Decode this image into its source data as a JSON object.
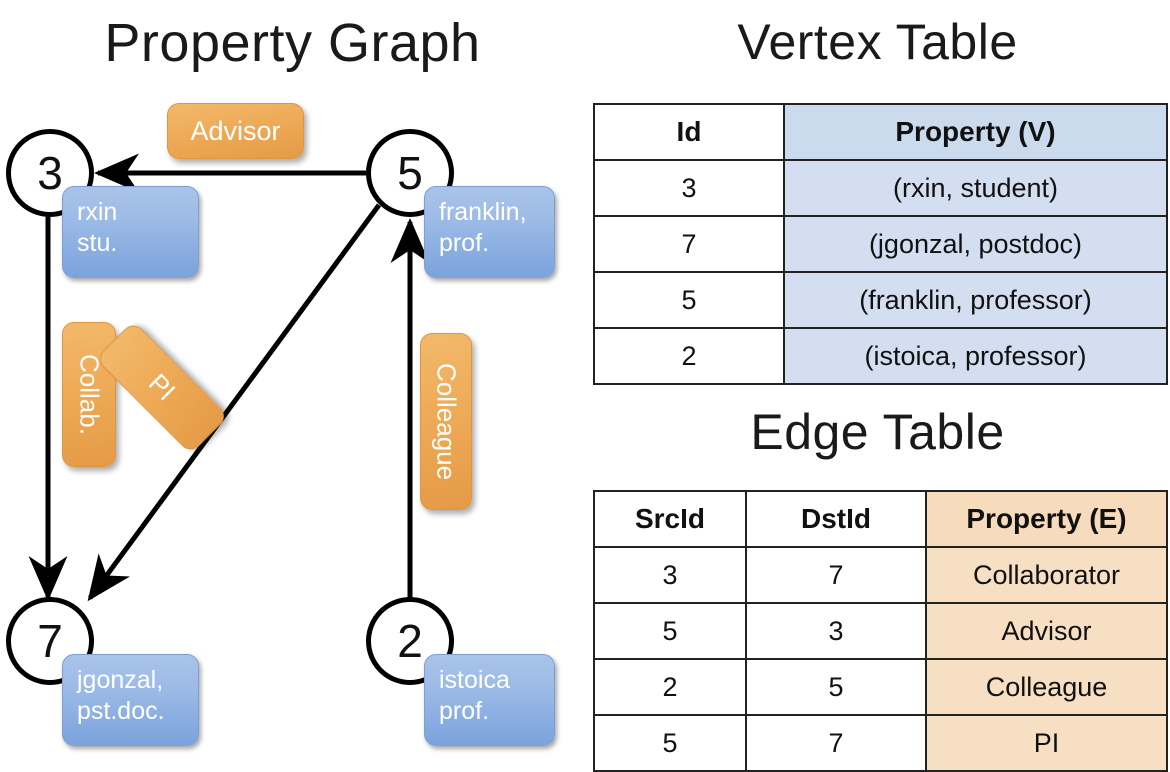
{
  "titles": {
    "property_graph": "Property Graph",
    "vertex_table": "Vertex Table",
    "edge_table": "Edge Table"
  },
  "graph": {
    "nodes": [
      {
        "id": "3",
        "name": "node-3",
        "property_text": "rxin\nstu."
      },
      {
        "id": "5",
        "name": "node-5",
        "property_text": "franklin,\nprof."
      },
      {
        "id": "7",
        "name": "node-7",
        "property_text": "jgonzal,\npst.doc."
      },
      {
        "id": "2",
        "name": "node-2",
        "property_text": "istoica\nprof."
      }
    ],
    "edge_labels": {
      "advisor": "Advisor",
      "collab": "Collab.",
      "pi": "PI",
      "colleague": "Colleague"
    },
    "edges": [
      {
        "from": "5",
        "to": "3",
        "label": "Advisor"
      },
      {
        "from": "3",
        "to": "7",
        "label": "Collab."
      },
      {
        "from": "5",
        "to": "7",
        "label": "PI"
      },
      {
        "from": "2",
        "to": "5",
        "label": "Colleague"
      }
    ]
  },
  "vertex_table": {
    "headers": [
      "Id",
      "Property (V)"
    ],
    "rows": [
      {
        "id": "3",
        "property": "(rxin, student)"
      },
      {
        "id": "7",
        "property": "(jgonzal, postdoc)"
      },
      {
        "id": "5",
        "property": "(franklin, professor)"
      },
      {
        "id": "2",
        "property": "(istoica, professor)"
      }
    ]
  },
  "edge_table": {
    "headers": [
      "SrcId",
      "DstId",
      "Property (E)"
    ],
    "rows": [
      {
        "src": "3",
        "dst": "7",
        "property": "Collaborator"
      },
      {
        "src": "5",
        "dst": "3",
        "property": "Advisor"
      },
      {
        "src": "2",
        "dst": "5",
        "property": "Colleague"
      },
      {
        "src": "5",
        "dst": "7",
        "property": "PI"
      }
    ]
  },
  "colors": {
    "vertex_property_fill": "#d3dff1",
    "edge_property_fill": "#f7dfc4",
    "node_box_blue": "#9dbbe6",
    "edge_label_orange": "#eeab58",
    "stroke": "#000000"
  }
}
